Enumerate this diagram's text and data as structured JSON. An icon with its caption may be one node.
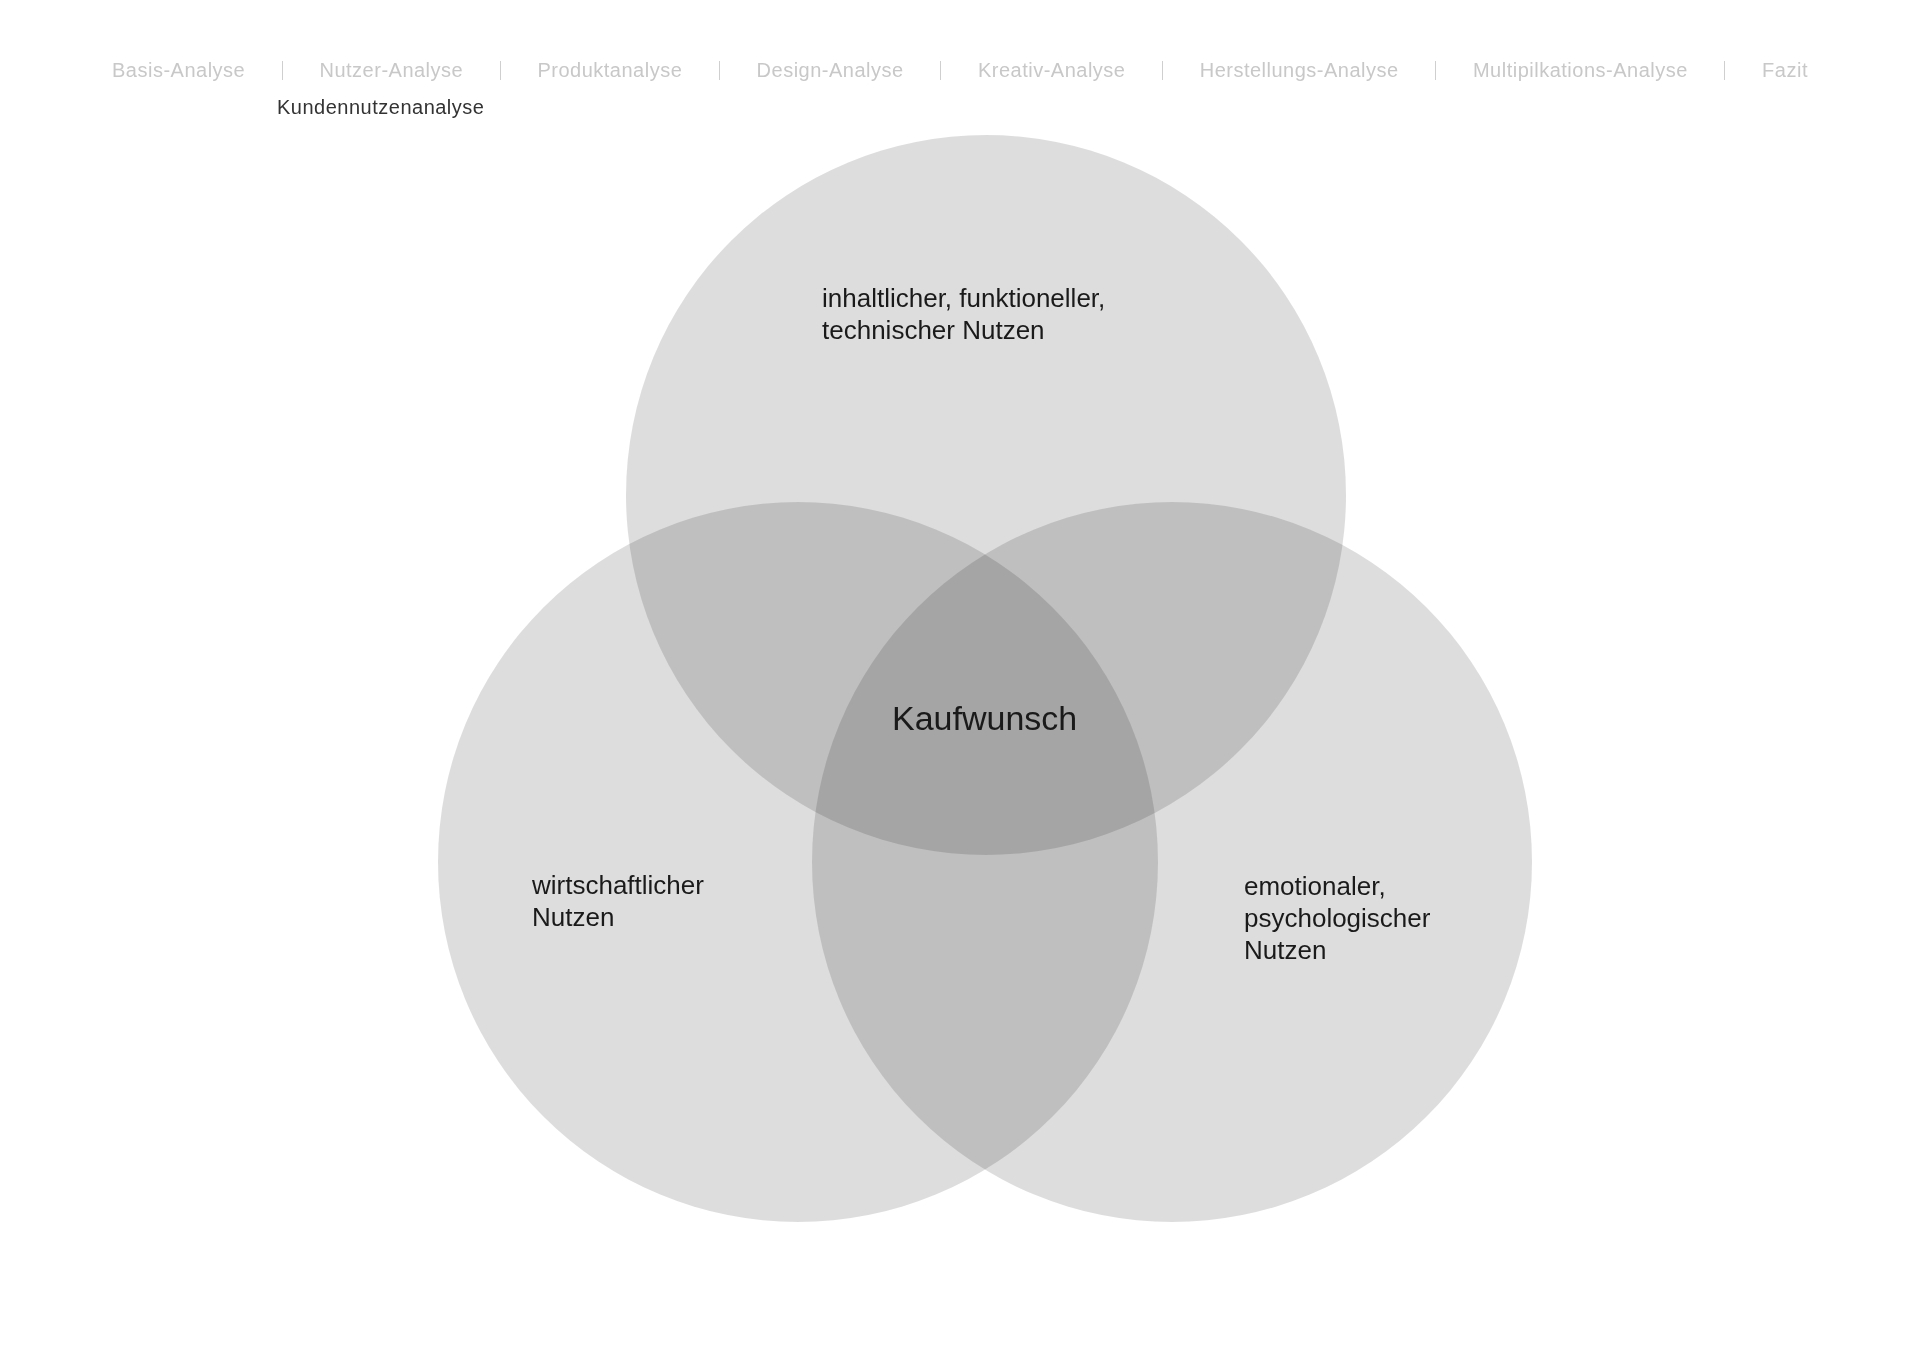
{
  "diagram": {
    "nodes": [
      {
        "text": [
          "inhaltlicher, funktioneller, technischer Nutzen"
        ]
      },
      {
        "text": [
          "wirtschaftlicher Nutzen"
        ]
      },
      {
        "text": [
          "emotionaler, psychologischer Nutzen"
        ]
      }
    ],
    "labels": [
      "Basis-Analyse",
      "Nutzer-Analyse",
      "Produktanalyse",
      "Design-Analyse",
      "Kreativ-Analyse",
      "Herstellungs-Analyse",
      "Multipilkations-Analyse",
      "Fazit",
      "Kundennutzenanalyse",
      "Kaufwunsch"
    ]
  }
}
